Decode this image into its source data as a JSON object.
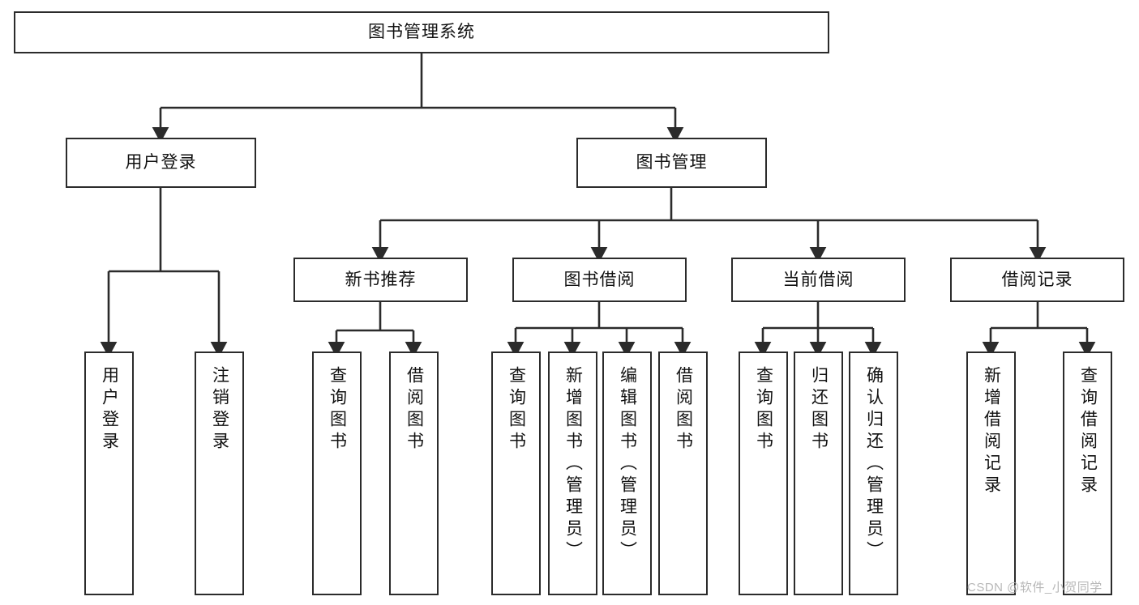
{
  "diagram": {
    "title": "图书管理系统",
    "type": "tree-hierarchy",
    "root": {
      "label": "图书管理系统"
    },
    "level2": [
      {
        "label": "用户登录"
      },
      {
        "label": "图书管理"
      }
    ],
    "level3": [
      {
        "label": "新书推荐"
      },
      {
        "label": "图书借阅"
      },
      {
        "label": "当前借阅"
      },
      {
        "label": "借阅记录"
      }
    ],
    "leaves": {
      "user_login": [
        {
          "label": "用户登录"
        },
        {
          "label": "注销登录"
        }
      ],
      "new_book_recommend": [
        {
          "label": "查询图书"
        },
        {
          "label": "借阅图书"
        }
      ],
      "book_borrow": [
        {
          "label": "查询图书"
        },
        {
          "label": "新增图书（管理员）"
        },
        {
          "label": "编辑图书（管理员）"
        },
        {
          "label": "借阅图书"
        }
      ],
      "current_borrow": [
        {
          "label": "查询图书"
        },
        {
          "label": "归还图书"
        },
        {
          "label": "确认归还（管理员）"
        }
      ],
      "borrow_record": [
        {
          "label": "新增借阅记录"
        },
        {
          "label": "查询借阅记录"
        }
      ]
    }
  },
  "watermark": {
    "text": "CSDN @软件_小贺同学"
  },
  "colors": {
    "border": "#2b2b2b",
    "text": "#111111",
    "background": "#ffffff",
    "watermark": "#b8b8b8"
  }
}
